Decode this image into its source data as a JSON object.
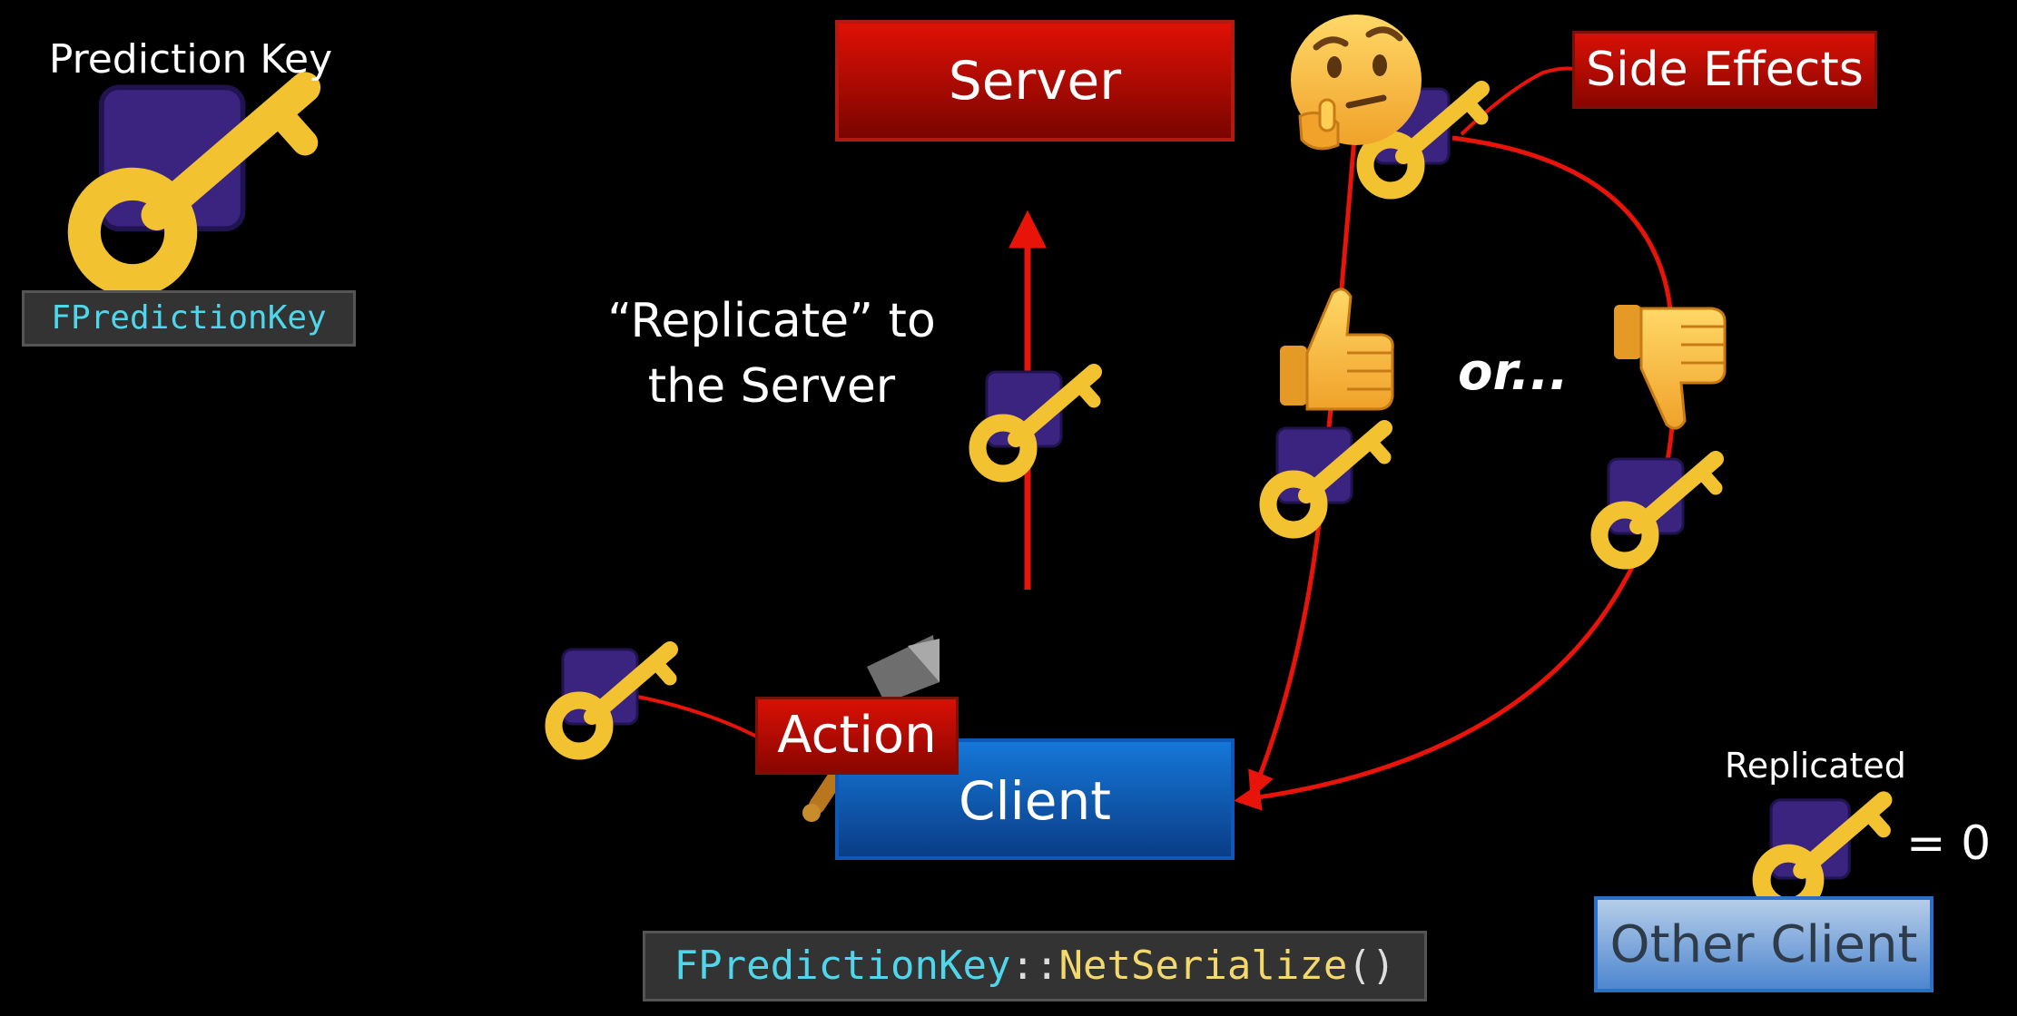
{
  "legend": {
    "title": "Prediction Key",
    "type_label": "FPredictionKey",
    "icon": "key-icon"
  },
  "boxes": {
    "server": "Server",
    "client": "Client",
    "action": "Action",
    "side_effects": "Side Effects",
    "other_client": "Other Client"
  },
  "labels": {
    "replicate_line1": "“Replicate” to",
    "replicate_line2": "the Server",
    "or": "or...",
    "replicated": "Replicated",
    "equals_zero": "= 0"
  },
  "code": {
    "type": "FPredictionKey",
    "separator": "::",
    "function": "NetSerialize",
    "parens": "()"
  },
  "icons": {
    "thinking": "thinking-face-icon",
    "thumbs_up": "thumbs-up-icon",
    "thumbs_down": "thumbs-down-icon",
    "sword": "sword-icon",
    "key": "key-icon"
  },
  "colors": {
    "background": "#000000",
    "arrow": "#e8140a",
    "server": "#c40c04",
    "client": "#0d5fbf",
    "other_client": "#8db2e0",
    "key_gold": "#f2c230",
    "key_backdrop": "#3a2480",
    "code_cyan": "#4fd6ea",
    "code_yellow": "#f3d86b"
  }
}
